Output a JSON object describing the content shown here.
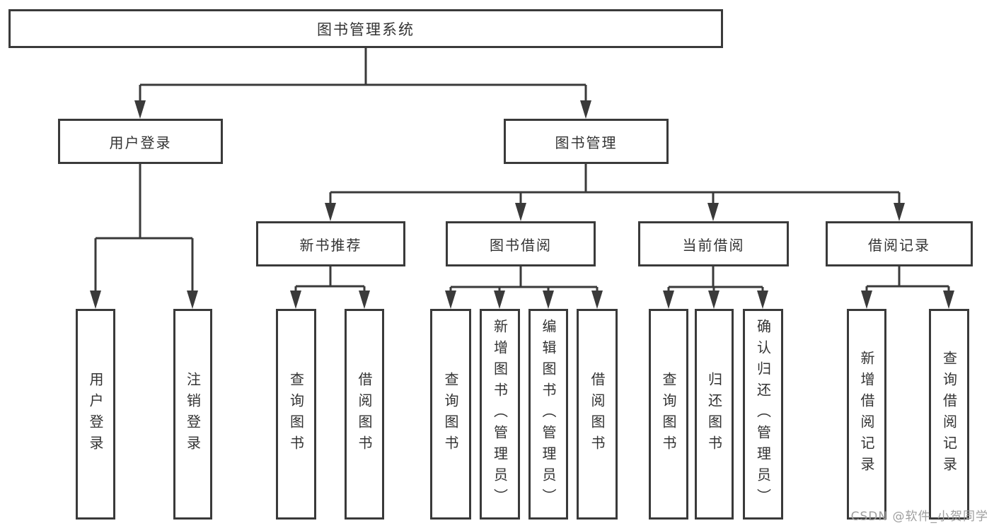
{
  "nodes": {
    "root": "图书管理系统",
    "user_login": "用户登录",
    "book_mgmt": "图书管理",
    "new_book_rec": "新书推荐",
    "book_borrow": "图书借阅",
    "current_borrow": "当前借阅",
    "borrow_records": "借阅记录",
    "leaf_user_login": "用户登录",
    "leaf_logout": "注销登录",
    "leaf_query_book_rec": "查询图书",
    "leaf_borrow_book_rec": "借阅图书",
    "leaf_query_book_borrow": "查询图书",
    "leaf_add_book": "新增图书（管理员）",
    "leaf_edit_book": "编辑图书（管理员）",
    "leaf_borrow_book_borrow": "借阅图书",
    "leaf_query_book_current": "查询图书",
    "leaf_return_book": "归还图书",
    "leaf_confirm_return": "确认归还（管理员）",
    "leaf_add_borrow_record": "新增借阅记录",
    "leaf_query_borrow_record": "查询借阅记录"
  },
  "watermark": "CSDN @软件_小贺同学",
  "colors": {
    "line": "#3a3a3a",
    "text": "#333333",
    "watermark": "#9e9e9e",
    "background": "#ffffff"
  }
}
